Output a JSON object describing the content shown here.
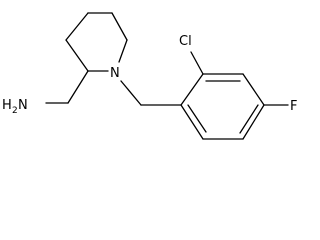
{
  "molecule": {
    "atoms": {
      "nitrogen_ring": "N",
      "chlorine": "Cl",
      "fluorine": "F",
      "amine_main": "H",
      "amine_sub": "2",
      "amine_n": "N"
    }
  }
}
